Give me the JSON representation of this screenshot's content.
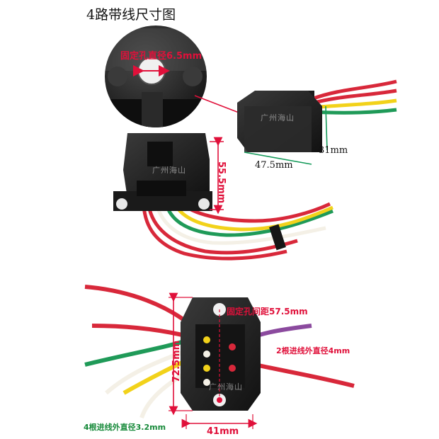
{
  "title": "4路带线尺寸图",
  "labels": {
    "mount_hole_diameter": "固定孔直径6.5mm",
    "depth": "31mm",
    "width_top": "47.5mm",
    "height_top": "55.5mm",
    "hole_spacing": "固定孔间距57.5mm",
    "height_bottom": "72.5mm",
    "width_bottom": "41mm",
    "inlet_2": "2根进线外直径4mm",
    "inlet_4": "4根进线外直径3.2mm"
  },
  "watermark": "广州海山",
  "colors": {
    "accent_red": "#e0103a",
    "wire_red": "#d8283a",
    "wire_green": "#1f9a58",
    "wire_yellow": "#f2d21a",
    "wire_white": "#f4f0e6",
    "wire_purple": "#8b4a9e",
    "plastic": "#1e1e1e",
    "label_green": "#178a3a"
  }
}
